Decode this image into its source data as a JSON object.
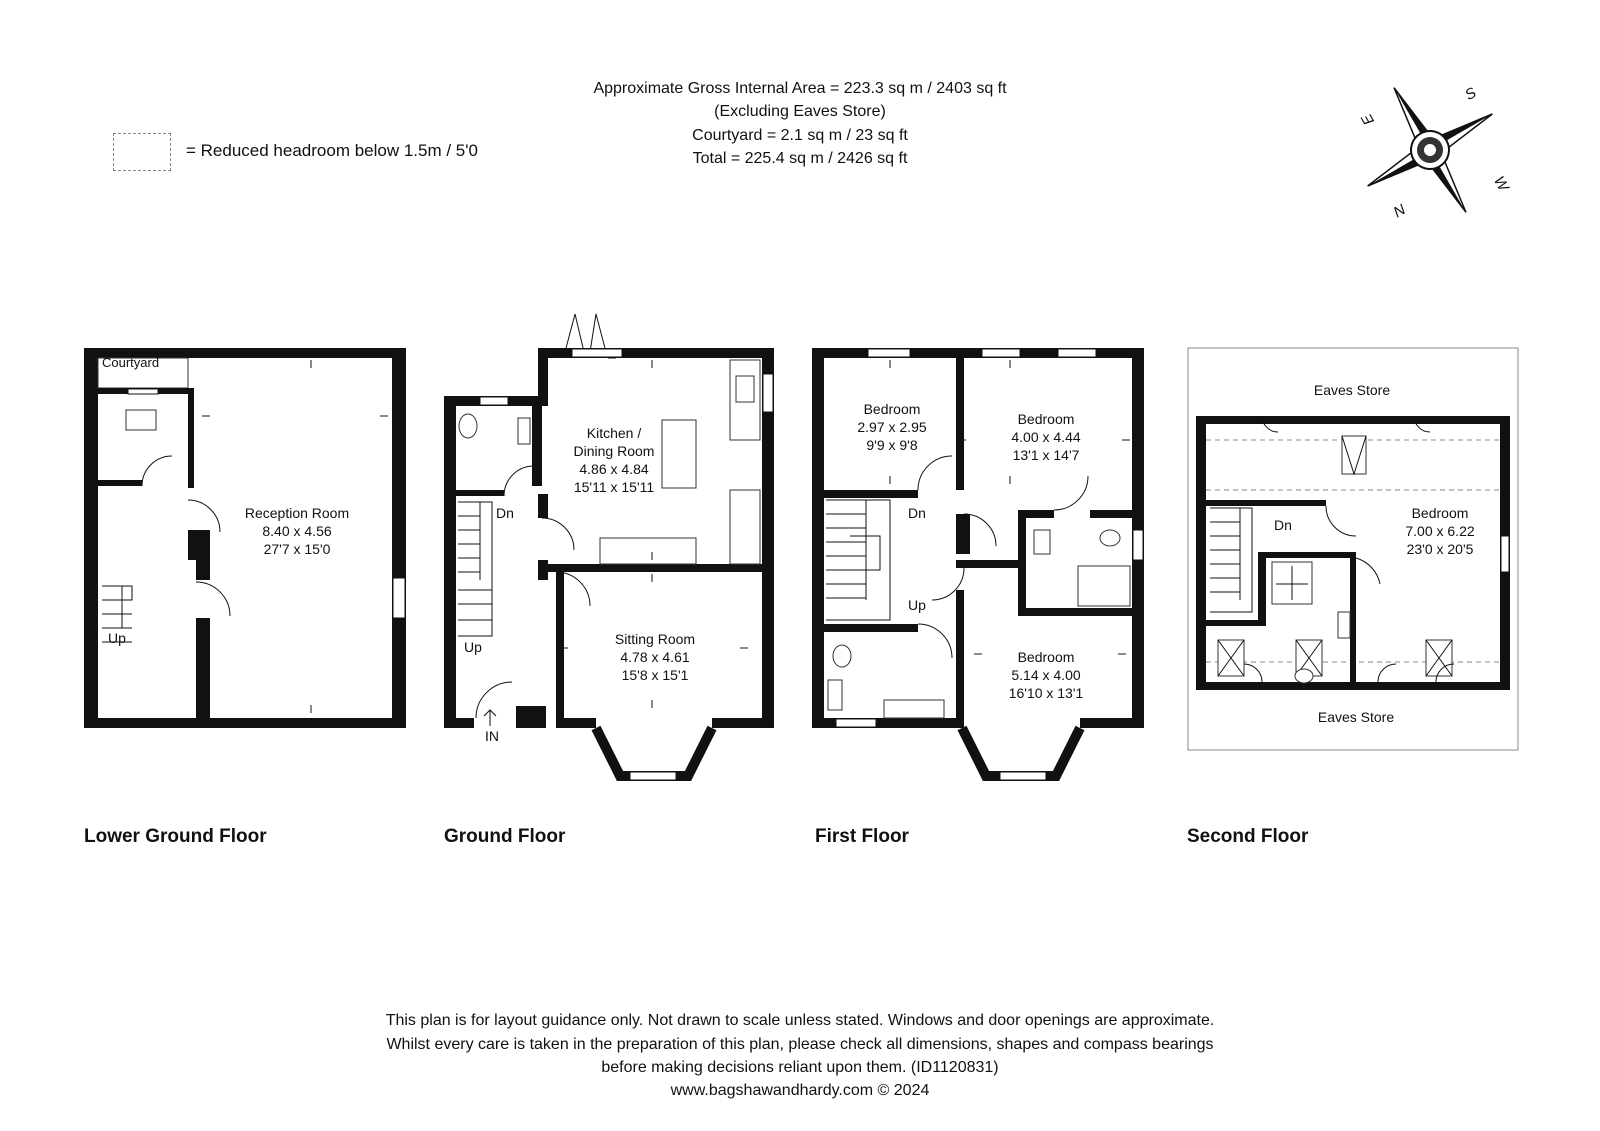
{
  "header": {
    "area_lines": [
      "Approximate Gross Internal Area = 223.3 sq m / 2403 sq ft",
      "(Excluding Eaves Store)",
      "Courtyard = 2.1 sq m / 23 sq ft",
      "Total = 225.4 sq m / 2426 sq ft"
    ]
  },
  "legend": {
    "text": "= Reduced headroom below 1.5m / 5'0"
  },
  "compass": {
    "letters": [
      "S",
      "W",
      "N",
      "E"
    ]
  },
  "floors": {
    "lower_ground": {
      "label": "Lower Ground Floor",
      "courtyard": "Courtyard",
      "reception": {
        "name": "Reception Room",
        "metric": "8.40 x 4.56",
        "imperial": "27'7 x 15'0"
      },
      "stairs": "Up"
    },
    "ground": {
      "label": "Ground Floor",
      "kitchen": {
        "name1": "Kitchen /",
        "name2": "Dining Room",
        "metric": "4.86 x 4.84",
        "imperial": "15'11 x 15'11"
      },
      "sitting": {
        "name": "Sitting Room",
        "metric": "4.78 x 4.61",
        "imperial": "15'8 x 15'1"
      },
      "stairs_down": "Dn",
      "stairs_up": "Up",
      "entrance": "IN"
    },
    "first": {
      "label": "First Floor",
      "bedroom_small": {
        "name": "Bedroom",
        "metric": "2.97 x 2.95",
        "imperial": "9'9 x 9'8"
      },
      "bedroom_back": {
        "name": "Bedroom",
        "metric": "4.00 x 4.44",
        "imperial": "13'1 x 14'7"
      },
      "bedroom_front": {
        "name": "Bedroom",
        "metric": "5.14 x 4.00",
        "imperial": "16'10 x 13'1"
      },
      "stairs_down": "Dn",
      "stairs_up": "Up"
    },
    "second": {
      "label": "Second Floor",
      "eaves_top": "Eaves Store",
      "eaves_bottom": "Eaves Store",
      "bedroom": {
        "name": "Bedroom",
        "metric": "7.00 x 6.22",
        "imperial": "23'0 x 20'5"
      },
      "stairs_down": "Dn"
    }
  },
  "disclaimer": {
    "lines": [
      "This plan is for layout guidance only. Not drawn to scale unless stated. Windows and door openings are approximate.",
      "Whilst every care is taken in the preparation of this plan, please check all dimensions, shapes and compass bearings",
      "before making decisions reliant upon them. (ID1120831)",
      "www.bagshawandhardy.com © 2024"
    ]
  }
}
